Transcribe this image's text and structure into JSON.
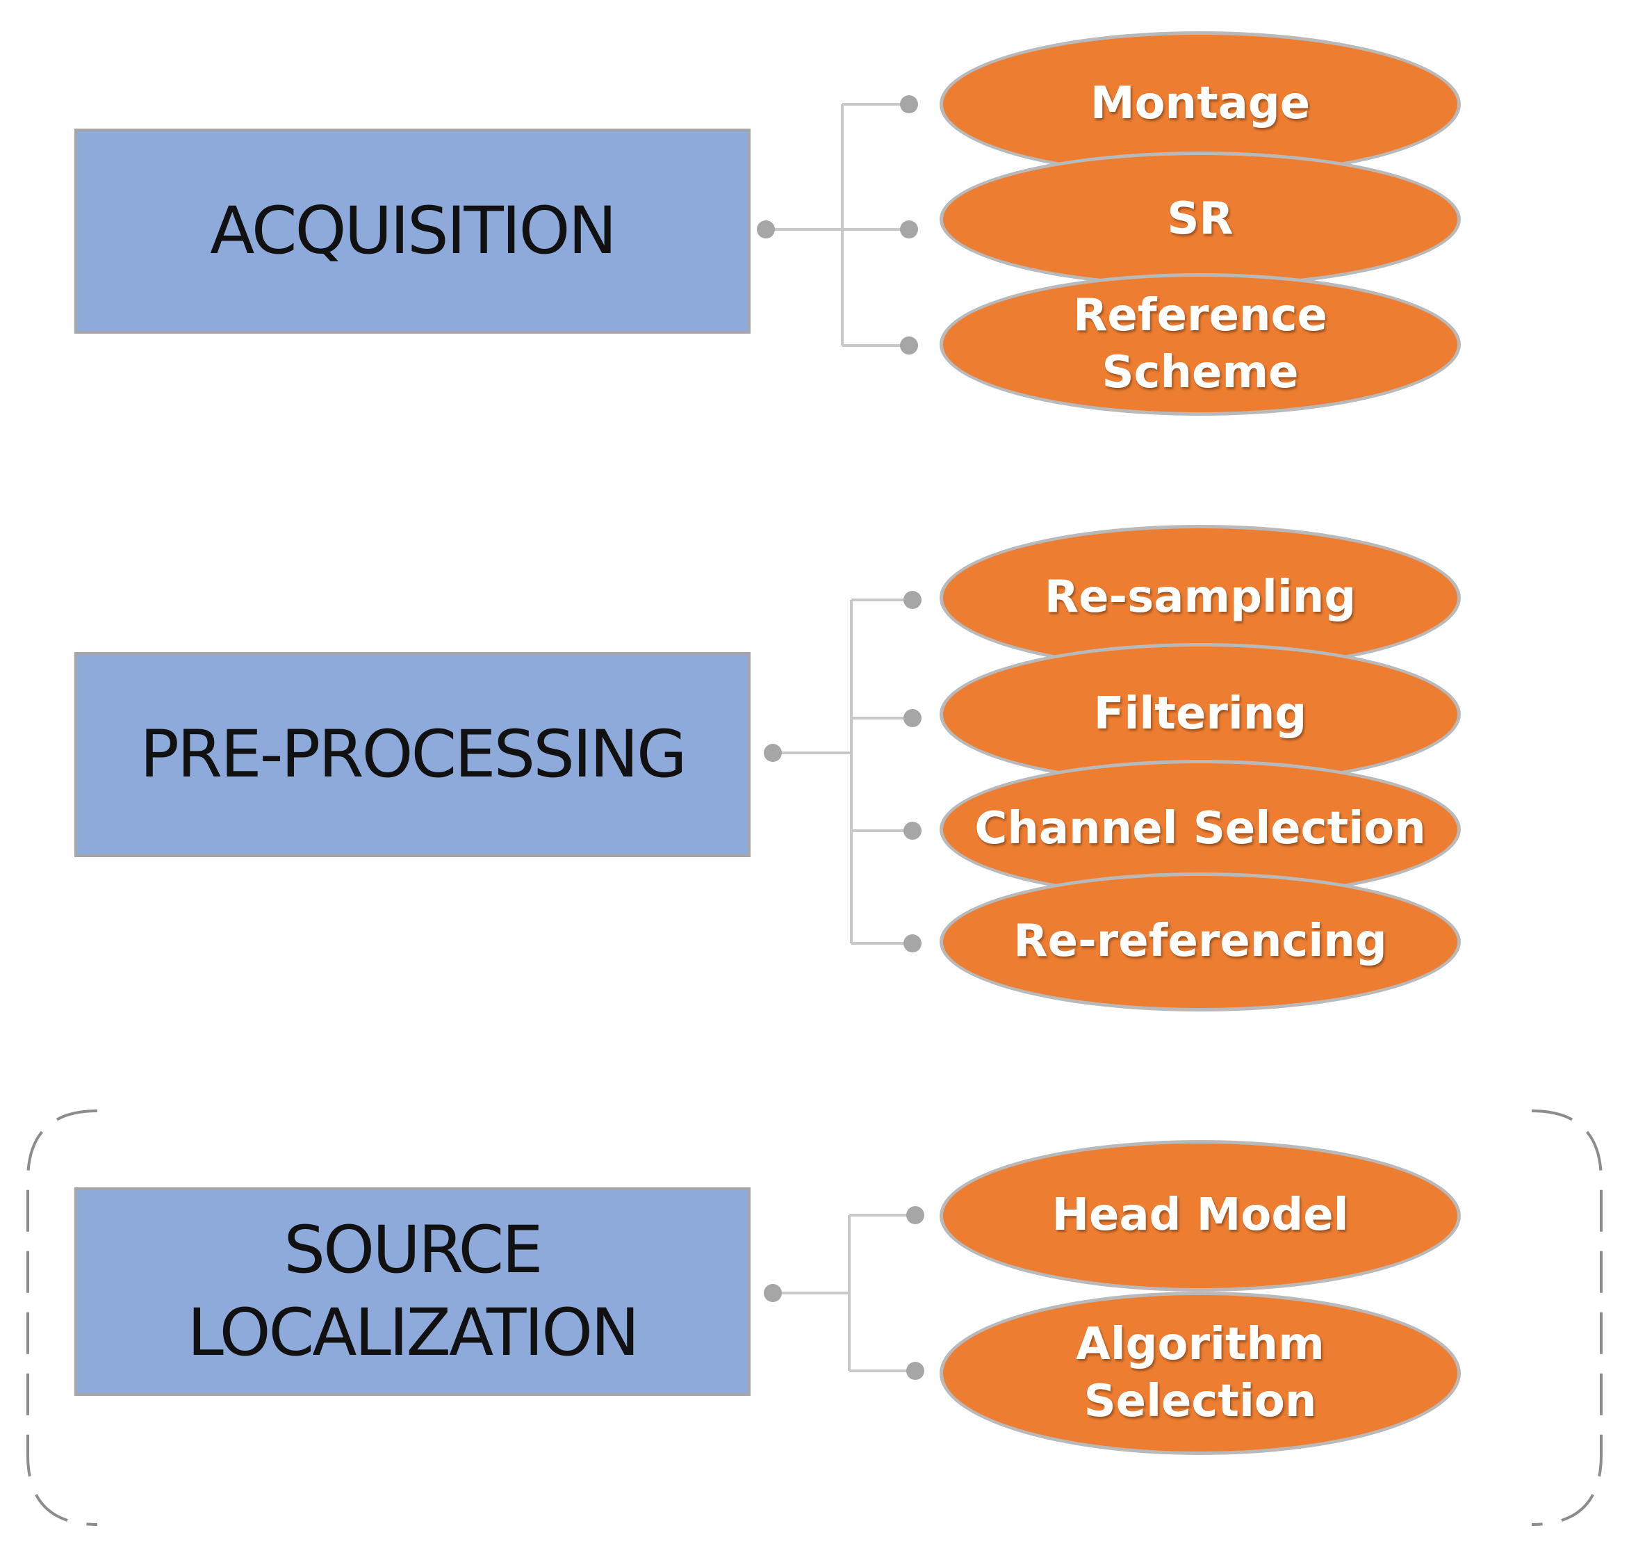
{
  "colors": {
    "stage_fill": "#8eaadb",
    "stage_border": "#a6a6a6",
    "step_fill": "#ed7d31",
    "step_border": "#b9b9b9",
    "connector": "#c8c8c8",
    "dashed_bracket": "#8c8c8c"
  },
  "stages": [
    {
      "label": "ACQUISITION",
      "steps": [
        "Montage",
        "SR",
        "Reference\nScheme"
      ]
    },
    {
      "label": "PRE-PROCESSING",
      "steps": [
        "Re-sampling",
        "Filtering",
        "Channel Selection",
        "Re-referencing"
      ]
    },
    {
      "label": "SOURCE\nLOCALIZATION",
      "steps": [
        "Head Model",
        "Algorithm\nSelection"
      ]
    }
  ]
}
